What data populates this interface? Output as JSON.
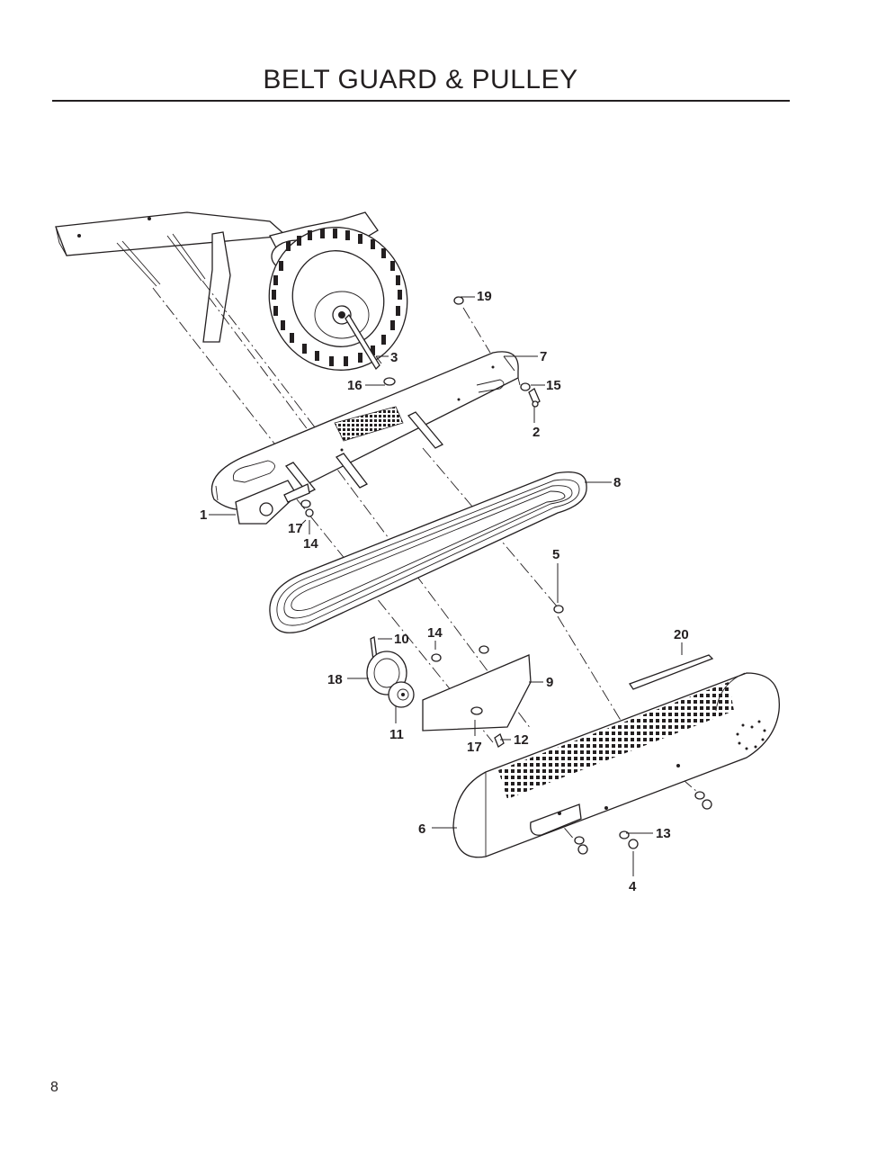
{
  "page": {
    "title": "BELT GUARD & PULLEY",
    "page_number": "8"
  },
  "callouts": {
    "c1": "1",
    "c2": "2",
    "c3": "3",
    "c4": "4",
    "c5": "5",
    "c6": "6",
    "c7": "7",
    "c8": "8",
    "c9": "9",
    "c10": "10",
    "c11": "11",
    "c12": "12",
    "c13": "13",
    "c14a": "14",
    "c14b": "14",
    "c15": "15",
    "c16": "16",
    "c17a": "17",
    "c17b": "17",
    "c18": "18",
    "c19": "19",
    "c20": "20"
  }
}
